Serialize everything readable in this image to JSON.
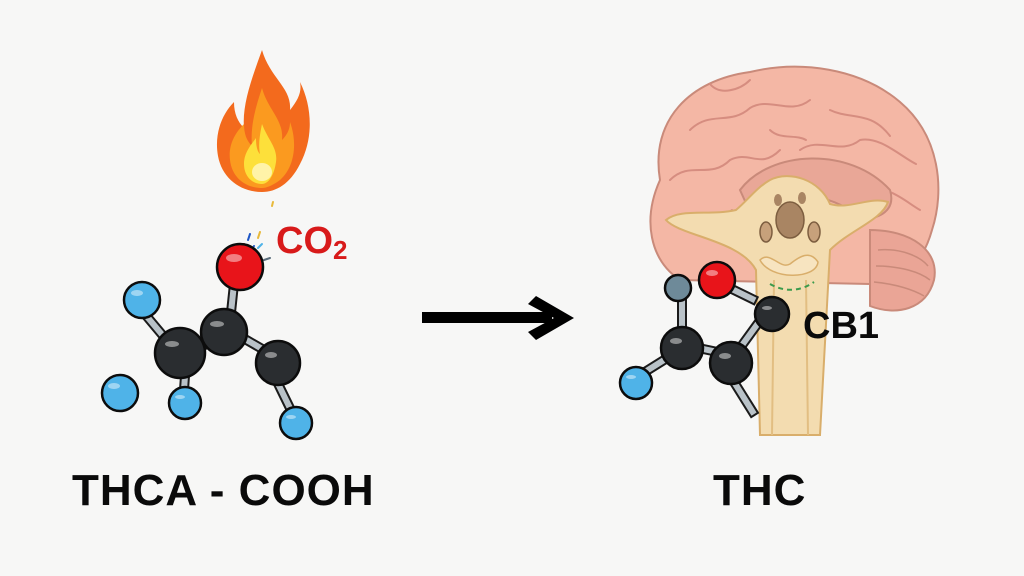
{
  "diagram": {
    "left": {
      "label": "THCA - COOH",
      "byproduct": {
        "text": "CO",
        "subscript": "2",
        "color": "#d81a1a"
      },
      "heat_icon": "fire-icon",
      "molecule": {
        "atoms": [
          {
            "element": "O",
            "color": "#e8141a"
          },
          {
            "element": "C",
            "color": "#2a2d30"
          },
          {
            "element": "C",
            "color": "#2a2d30"
          },
          {
            "element": "C",
            "color": "#2a2d30"
          },
          {
            "element": "H",
            "color": "#4fb3e8"
          },
          {
            "element": "H",
            "color": "#4fb3e8"
          },
          {
            "element": "H",
            "color": "#4fb3e8"
          },
          {
            "element": "H",
            "color": "#4fb3e8"
          }
        ]
      }
    },
    "arrow": {
      "icon": "right-arrow-icon",
      "color": "#000000"
    },
    "right": {
      "label": "THC",
      "receptor_label": "CB1",
      "brain_icon": "brain-icon",
      "molecule": {
        "atoms": [
          {
            "element": "O",
            "color": "#e8141a"
          },
          {
            "element": "C",
            "color": "#2a2d30"
          },
          {
            "element": "C",
            "color": "#2a2d30"
          },
          {
            "element": "C",
            "color": "#2a2d30"
          },
          {
            "element": "H",
            "color": "#4fb3e8"
          },
          {
            "element": "X",
            "color": "#6e8a99"
          }
        ]
      }
    }
  }
}
